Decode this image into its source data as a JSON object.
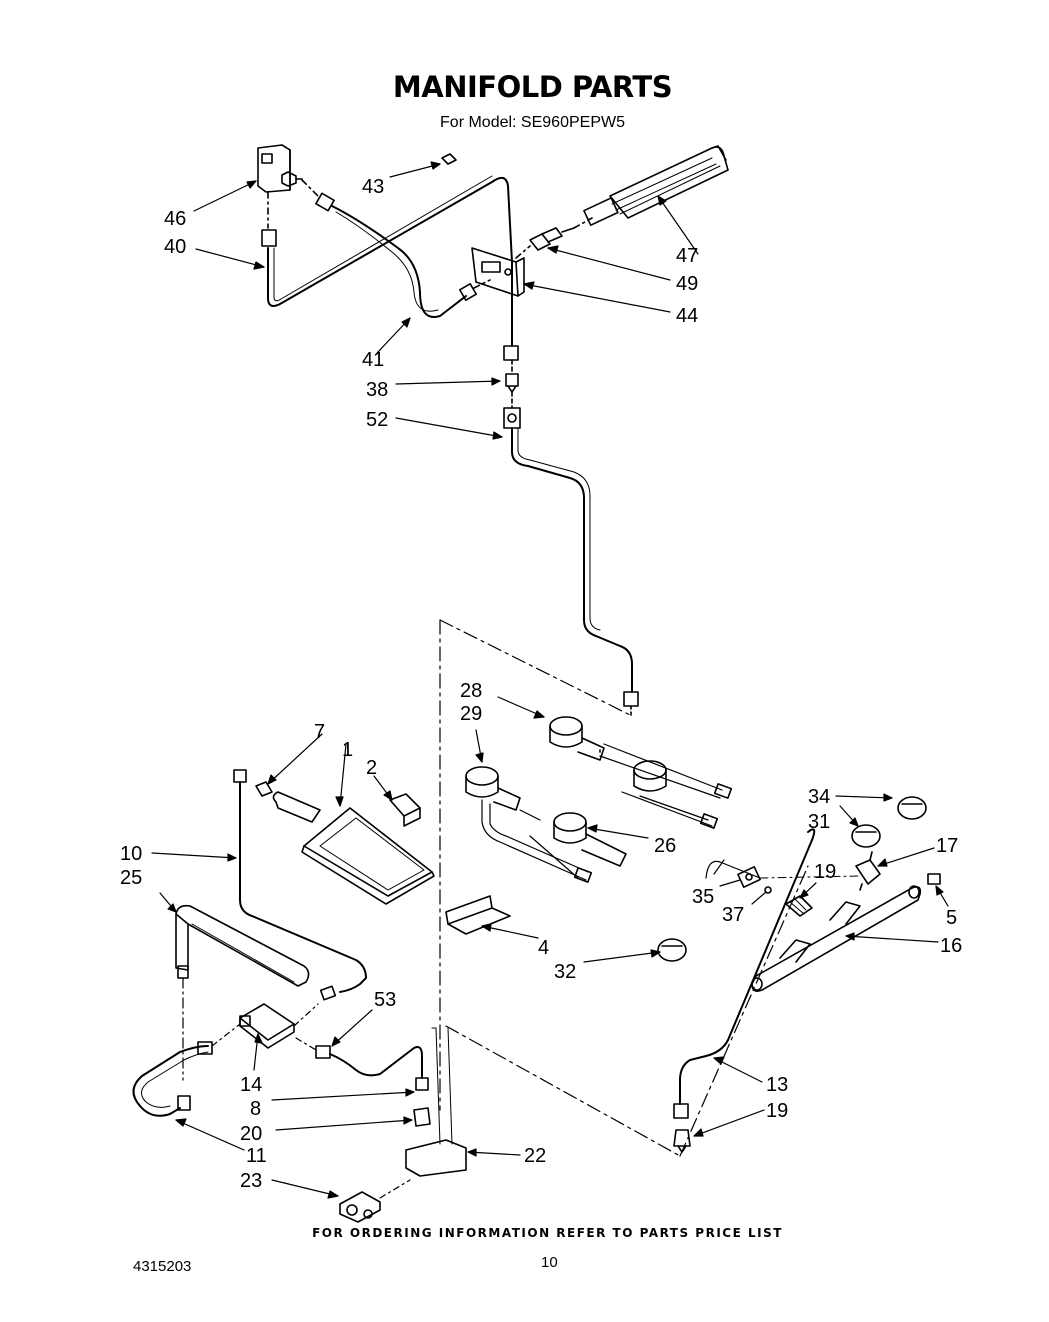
{
  "header": {
    "title": "MANIFOLD PARTS",
    "subtitle": "For Model: SE960PEPW5"
  },
  "callouts": [
    "1",
    "2",
    "4",
    "5",
    "7",
    "8",
    "10",
    "11",
    "13",
    "14",
    "16",
    "17",
    "19",
    "19",
    "20",
    "22",
    "23",
    "25",
    "26",
    "28",
    "29",
    "31",
    "32",
    "34",
    "35",
    "37",
    "38",
    "40",
    "41",
    "43",
    "44",
    "46",
    "47",
    "49",
    "52",
    "53"
  ],
  "footer": {
    "ordering_note": "FOR ORDERING INFORMATION REFER TO PARTS PRICE LIST",
    "document_number": "4315203",
    "page_number": "10"
  }
}
